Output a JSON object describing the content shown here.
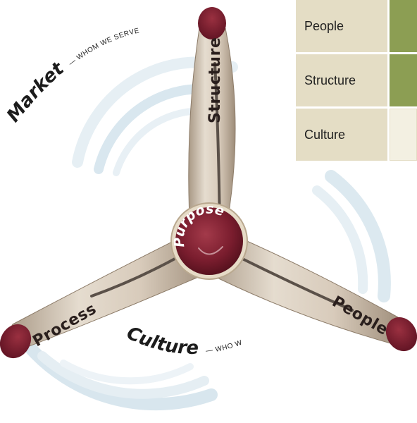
{
  "diagram": {
    "hub_label": "Purpose",
    "arms": [
      {
        "id": "top",
        "label": "Structure"
      },
      {
        "id": "right",
        "label": "People"
      },
      {
        "id": "left",
        "label": "Process"
      }
    ],
    "curved_labels": [
      {
        "id": "market",
        "main": "Market",
        "sub": "— WHOM WE SERVE"
      },
      {
        "id": "culture",
        "main": "Culture",
        "sub": "— WHO WE ARE"
      }
    ]
  },
  "legend": {
    "items": [
      {
        "label": "People",
        "color": "#8c9e53"
      },
      {
        "label": "Structure",
        "color": "#8c9e53"
      },
      {
        "label": "Culture",
        "color": "#f3f0e2"
      }
    ]
  },
  "colors": {
    "arm_fill": "#d5c8b8",
    "tip_maroon": "#7a1d2e",
    "hub_maroon": "#7a1d2e",
    "swoosh": "#cfe0ea"
  }
}
